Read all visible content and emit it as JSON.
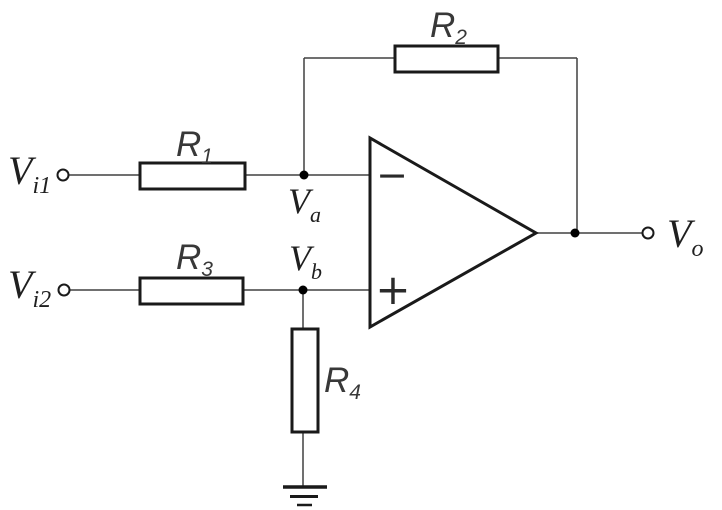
{
  "labels": {
    "vi1": {
      "base": "V",
      "sub": "i1"
    },
    "vi2": {
      "base": "V",
      "sub": "i2"
    },
    "vo": {
      "base": "V",
      "sub": "o"
    },
    "va": {
      "base": "V",
      "sub": "a"
    },
    "vb": {
      "base": "V",
      "sub": "b"
    },
    "r1": {
      "base": "R",
      "sub": "1"
    },
    "r2": {
      "base": "R",
      "sub": "2"
    },
    "r3": {
      "base": "R",
      "sub": "3"
    },
    "r4": {
      "base": "R",
      "sub": "4"
    },
    "opamp": {
      "minus": "−",
      "plus": "+"
    }
  },
  "colors": {
    "node_label_blue": "#4472C4",
    "component_stroke": "#1a1a1a",
    "wire": "#404040",
    "background": "#ffffff"
  }
}
